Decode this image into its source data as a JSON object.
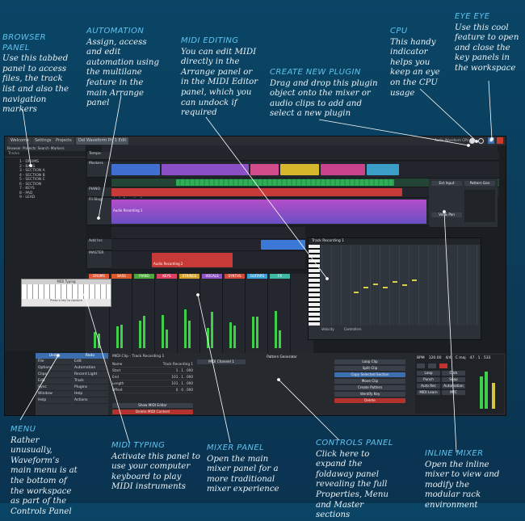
{
  "callouts": {
    "browser_panel": {
      "title": "BROWSER PANEL",
      "text": "Use this tabbed panel to access files, the track list and also the navigation markers"
    },
    "automation": {
      "title": "AUTOMATION",
      "text": "Assign, access and edit automation using the multilane feature in the main Arrange panel"
    },
    "midi_editing": {
      "title": "MIDI EDITING",
      "text": "You can edit MIDI directly in the Arrange panel or in the MIDI Editor panel, which you can undock if required"
    },
    "create_plugin": {
      "title": "CREATE NEW PLUGIN",
      "text": "Drag and drop this plugin object onto the mixer or audio clips to add and select a new plugin"
    },
    "cpu": {
      "title": "CPU",
      "text": "This handy indicator helps you keep an eye on the CPU usage"
    },
    "eye_eye": {
      "title": "EYE EYE",
      "text": "Use this cool feature to open and close the key panels in the workspace"
    },
    "menu": {
      "title": "MENU",
      "text": "Rather unusually, Waveform’s main menu is at the bottom of the workspace as part of the Controls Panel"
    },
    "midi_typing": {
      "title": "MIDI TYPING",
      "text": "Activate this panel to use your computer keyboard to play MIDI instruments"
    },
    "mixer_panel": {
      "title": "MIXER PANEL",
      "text": "Open the main mixer panel for a more traditional mixer experience"
    },
    "controls_panel": {
      "title": "CONTROLS PANEL",
      "text": "Click here to expand the foldaway panel revealing the full Properties, Menu and Master sections"
    },
    "inline_mixer": {
      "title": "INLINE MIXER",
      "text": "Open the inline mixer to view and modify the modular rack environment"
    }
  },
  "app": {
    "tabs": [
      "Welcome",
      "Settings",
      "Projects",
      "Del Waveform Prj 1 Edit"
    ],
    "browser_tabs": [
      "Browser",
      "Projects",
      "Search",
      "Markers"
    ],
    "browser_title": "Tracks",
    "browser_items": [
      "1 - DRUMS",
      "2 - BASS",
      "3 - SECTION A",
      "4 - SECTION B",
      "5 - SECTION C",
      "6 - SECTION",
      "7 - KEYS",
      "8 - PAD",
      "9 - LEAD"
    ],
    "track_names": [
      "Tempo",
      "Markers",
      "",
      "PIANO",
      "Fil.Slug",
      "",
      "",
      "Add Ins",
      "MASTER"
    ],
    "clip_labels": [
      "Audio Recording 1",
      "Audio Recording 1",
      "Audio Recording 2"
    ],
    "mixer_strips": [
      "DRUMS",
      "BASS",
      "PIANO",
      "KEYS",
      "STRINGS",
      "VOCALS",
      "SYNTHS",
      "GUITARS",
      "FX"
    ],
    "mixer_colors": [
      "#e05a3a",
      "#d95a2b",
      "#4caa3d",
      "#e0405f",
      "#d6a129",
      "#8f55c2",
      "#d24a3a",
      "#3aa0d8",
      "#3fb8a3"
    ],
    "plugin_rows": [
      "Ext Input",
      "Pattern Gen",
      "Vol & Pan"
    ],
    "midi_typing_title": "MIDI Typing",
    "midi_typing_hint": "Press a key to capture",
    "menu": {
      "header": [
        "Undo",
        "Redo"
      ],
      "left_items": [
        "File",
        "Options",
        "Clips",
        "Edit",
        "Sync",
        "Window",
        "Help"
      ],
      "right_items": [
        "Edit",
        "Automation",
        "Record Light",
        "Track",
        "Plugins",
        "Help",
        "Actions"
      ]
    },
    "midi_clip_title": "MIDI Clip - Track Recording 1",
    "properties": [
      {
        "label": "Name",
        "value": "Track Recording 1"
      },
      {
        "label": "Start",
        "value": "1 . 1 . 000"
      },
      {
        "label": "End",
        "value": "101 . 1 . 000"
      },
      {
        "label": "Length",
        "value": "101 . 1 . 000"
      },
      {
        "label": "Offset",
        "value": "0 . 0 . 000"
      }
    ],
    "quantise_label": "MIDI Channel 1",
    "pattern_label": "Pattern Generator",
    "control_buttons": [
      "Loop Clip",
      "Split Clip",
      "Copy Selected Section",
      "Move Clip",
      "Create Pattern",
      "Identify Key",
      "Delete"
    ],
    "show_midi_editor": "Show MIDI Editor",
    "delete_midi_content": "Delete MIDI Content",
    "transport": {
      "bpm_label": "BPM",
      "bpm": "120.00",
      "sig": "4/4",
      "key": "C maj",
      "time": "47 . 1 . 533"
    },
    "transport_buttons": [
      "Loop",
      "Click",
      "Punch",
      "Snap",
      "Auto Rec",
      "Automation",
      "MIDI Learn",
      "MTC"
    ],
    "editor_title": "Track Recording 1",
    "editor_footer": [
      "Velocity",
      "Controllers"
    ],
    "cpu_label": "Audio Waveform CPU 9%"
  }
}
